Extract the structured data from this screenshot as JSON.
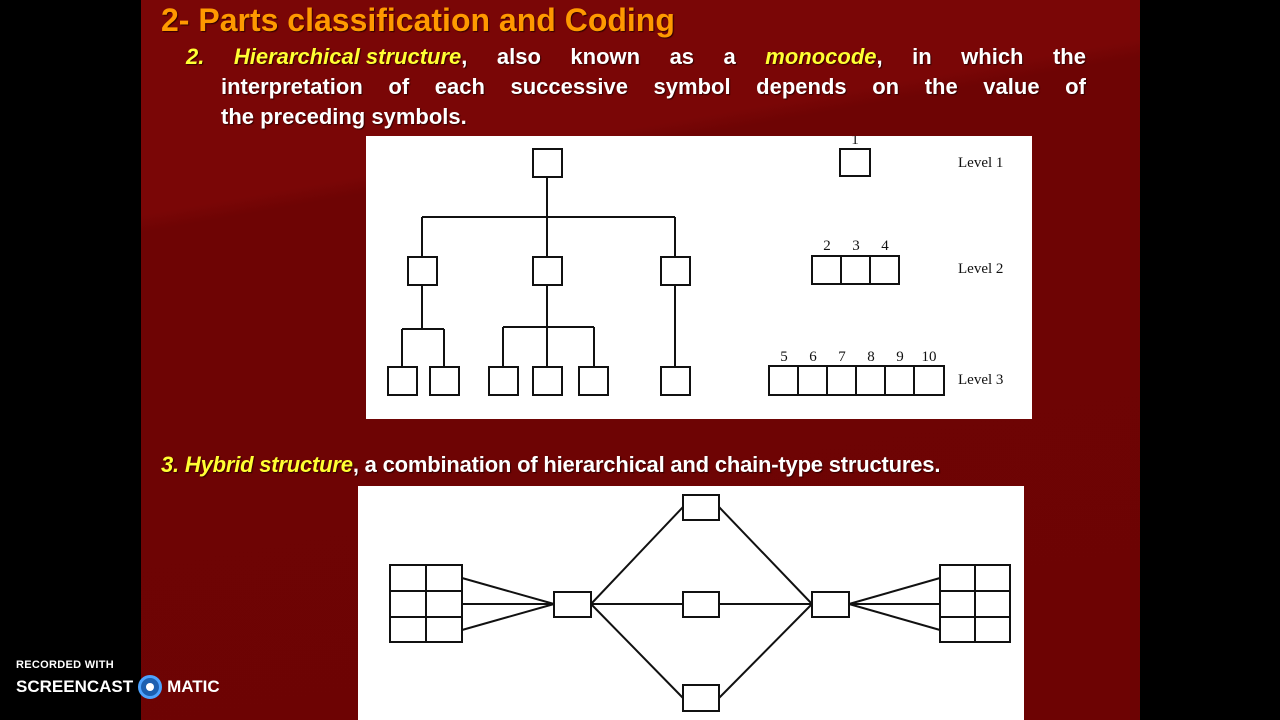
{
  "slide": {
    "title": "2- Parts classification and Coding",
    "point2": {
      "number": "2.",
      "term": "Hierarchical structure",
      "rest_line1_words": [
        "also",
        "known",
        "as",
        "a"
      ],
      "term2": "monocode",
      "tail_line1_words": [
        "in",
        "which",
        "the"
      ],
      "line2_words": [
        "interpretation",
        "of",
        "each",
        "successive",
        "symbol",
        "depends",
        "on",
        "the",
        "value",
        "of"
      ],
      "line3": "the preceding symbols."
    },
    "point3": {
      "number": "3.",
      "term": "Hybrid structure",
      "rest": ", a combination of hierarchical and chain-type structures."
    }
  },
  "figure1": {
    "levels": [
      {
        "label": "Level 1",
        "digits": [
          "1"
        ]
      },
      {
        "label": "Level 2",
        "digits": [
          "2",
          "3",
          "4"
        ]
      },
      {
        "label": "Level 3",
        "digits": [
          "5",
          "6",
          "7",
          "8",
          "9",
          "10"
        ]
      }
    ]
  },
  "watermark": {
    "line1": "RECORDED WITH",
    "left": "SCREENCAST",
    "right": "MATIC"
  }
}
